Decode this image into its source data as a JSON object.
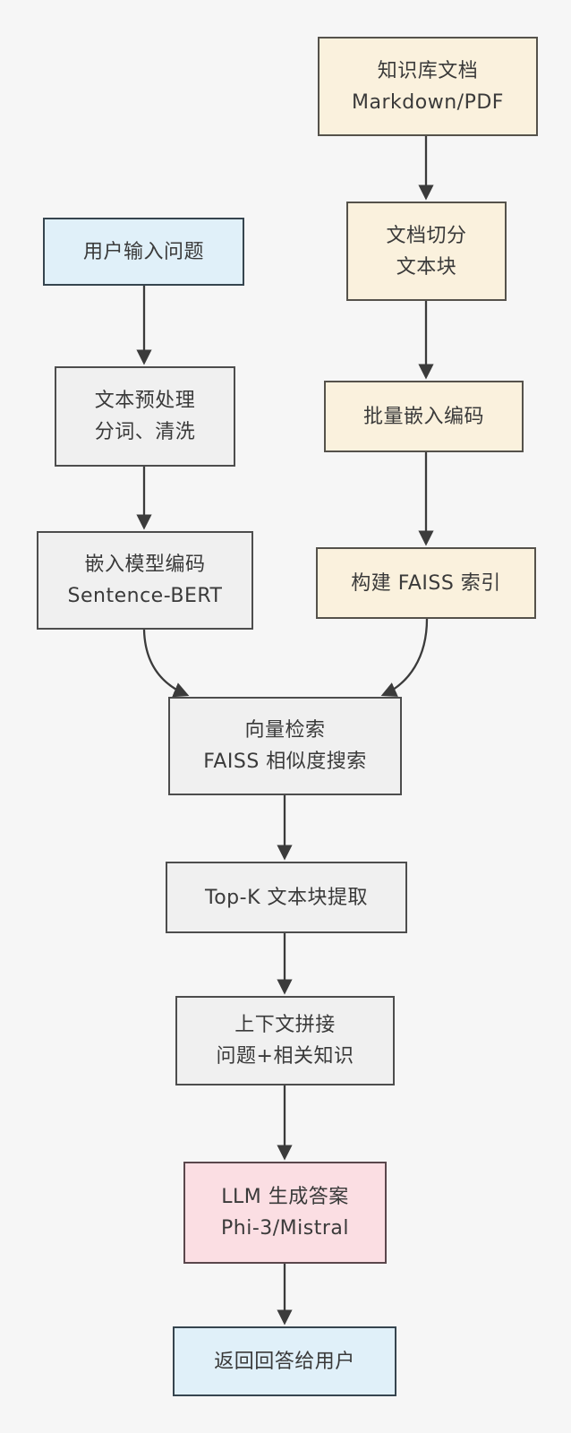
{
  "diagram": {
    "background_color": "#f6f6f6",
    "text_color": "#3a3a3a",
    "arrow_color": "#3b3b3b",
    "styles": {
      "cream": {
        "fill": "#faf1dd",
        "border": "#55524b"
      },
      "blue": {
        "fill": "#e0f0f9",
        "border": "#36454f"
      },
      "gray": {
        "fill": "#f0f0f0",
        "border": "#4d4d4d"
      },
      "pink": {
        "fill": "#fbdee3",
        "border": "#5a474c"
      }
    },
    "nodes": [
      {
        "id": "kb-doc",
        "style": "cream",
        "lines": [
          "知识库文档",
          "Markdown/PDF"
        ]
      },
      {
        "id": "user-input",
        "style": "blue",
        "lines": [
          "用户输入问题"
        ]
      },
      {
        "id": "doc-split",
        "style": "cream",
        "lines": [
          "文档切分",
          "文本块"
        ]
      },
      {
        "id": "preprocess",
        "style": "gray",
        "lines": [
          "文本预处理",
          "分词、清洗"
        ]
      },
      {
        "id": "batch-embed",
        "style": "cream",
        "lines": [
          "批量嵌入编码"
        ]
      },
      {
        "id": "embed-model",
        "style": "gray",
        "lines": [
          "嵌入模型编码",
          "Sentence-BERT"
        ]
      },
      {
        "id": "faiss-index",
        "style": "cream",
        "lines": [
          "构建 FAISS 索引"
        ]
      },
      {
        "id": "vector-search",
        "style": "gray",
        "lines": [
          "向量检索",
          "FAISS 相似度搜索"
        ]
      },
      {
        "id": "topk-extract",
        "style": "gray",
        "lines": [
          "Top-K 文本块提取"
        ]
      },
      {
        "id": "context-concat",
        "style": "gray",
        "lines": [
          "上下文拼接",
          "问题+相关知识"
        ]
      },
      {
        "id": "llm-generate",
        "style": "pink",
        "lines": [
          "LLM 生成答案",
          "Phi-3/Mistral"
        ]
      },
      {
        "id": "return-answer",
        "style": "blue",
        "lines": [
          "返回回答给用户"
        ]
      }
    ],
    "edges": [
      {
        "from": "kb-doc",
        "to": "doc-split"
      },
      {
        "from": "user-input",
        "to": "preprocess"
      },
      {
        "from": "doc-split",
        "to": "batch-embed"
      },
      {
        "from": "preprocess",
        "to": "embed-model"
      },
      {
        "from": "batch-embed",
        "to": "faiss-index"
      },
      {
        "from": "embed-model",
        "to": "vector-search"
      },
      {
        "from": "faiss-index",
        "to": "vector-search"
      },
      {
        "from": "vector-search",
        "to": "topk-extract"
      },
      {
        "from": "topk-extract",
        "to": "context-concat"
      },
      {
        "from": "context-concat",
        "to": "llm-generate"
      },
      {
        "from": "llm-generate",
        "to": "return-answer"
      }
    ]
  }
}
